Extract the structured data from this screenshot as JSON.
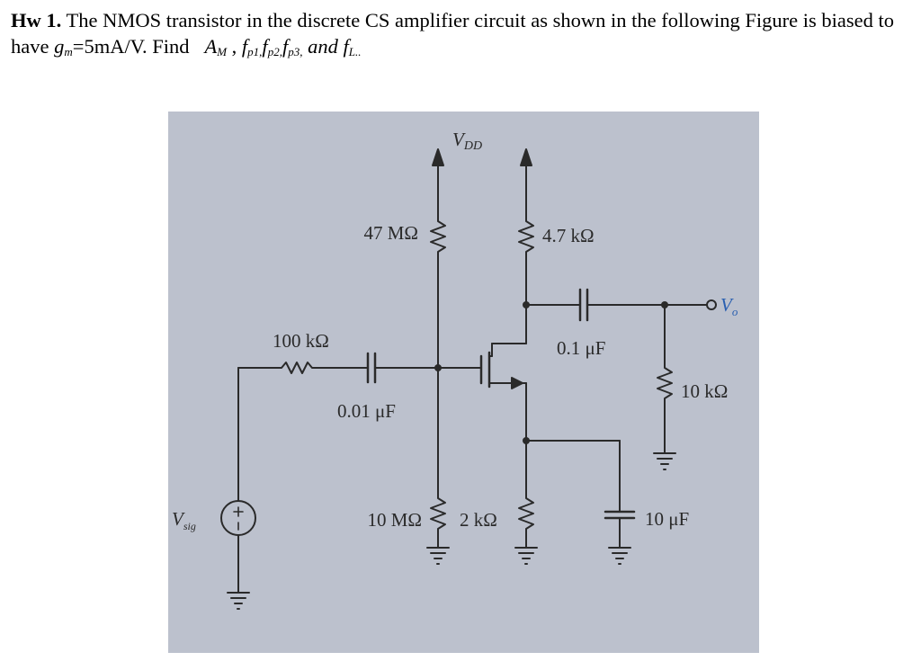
{
  "problem": {
    "label": "Hw 1.",
    "text_1": " The NMOS transistor in the discrete CS amplifier circuit as shown in the following Figure is biased to have ",
    "gm_g": "g",
    "gm_sub": "m",
    "gm_value": "=5mA/V. Find ",
    "am_a": "A",
    "am_sub": "M",
    "sep_1": " , ",
    "fp1_f": "f",
    "fp1_sub": "p1,",
    "fp2_f": "f",
    "fp2_sub": "p2,",
    "fp3_f": "f",
    "fp3_sub": "p3,",
    "and_text": " and ",
    "fl_f": "f",
    "fl_sub": "L..",
    "end": ""
  },
  "figure": {
    "vdd_v": "V",
    "vdd_sub": "DD",
    "r_g1": "47 MΩ",
    "r_d": "4.7 kΩ",
    "r_sig": "100 kΩ",
    "c_c1": "0.01 μF",
    "c_c2": "0.1 μF",
    "vo_v": "V",
    "vo_sub": "o",
    "r_l": "10 kΩ",
    "vsig_v": "V",
    "vsig_sub": "sig",
    "r_g2": "10 MΩ",
    "r_s": "2 kΩ",
    "c_s": "10 μF"
  }
}
